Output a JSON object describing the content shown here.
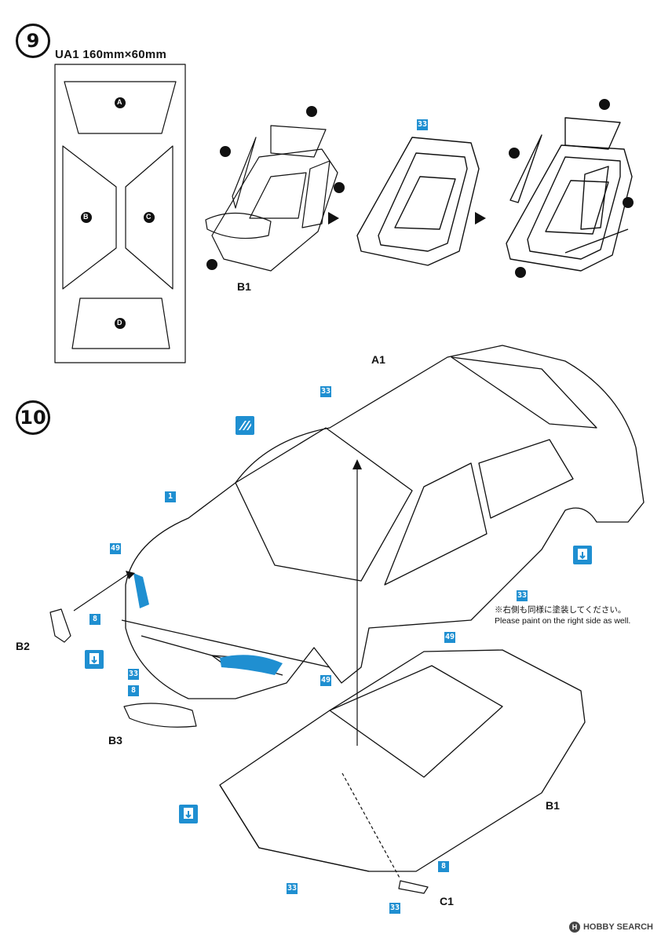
{
  "steps": {
    "step9": "9",
    "step10": "10"
  },
  "mask_sheet": {
    "title": "UA1  160mm×60mm",
    "parts": [
      "A",
      "B",
      "C",
      "D"
    ]
  },
  "step9_labels": {
    "b1": "B1",
    "color_tag": "33"
  },
  "step10_labels": {
    "a1": "A1",
    "b1": "B1",
    "b2": "B2",
    "b3": "B3",
    "c1": "C1"
  },
  "color_tags": {
    "tag_1": "1",
    "tag_49_left": "49",
    "tag_8_left": "8",
    "tag_33_left": "33",
    "tag_8_left2": "8",
    "tag_49_front": "49",
    "tag_33_top": "33",
    "tag_33_door": "33",
    "tag_49_door": "49",
    "tag_33_bottom": "33",
    "tag_8_bottom": "8",
    "tag_33_bottom2": "33"
  },
  "note": {
    "jp": "※右側も同様に塗装してください。",
    "en": "Please paint on the right side as well."
  },
  "footer": {
    "brand": "HOBBY SEARCH"
  },
  "colors": {
    "accent": "#1f8fd1",
    "ink": "#111111"
  }
}
